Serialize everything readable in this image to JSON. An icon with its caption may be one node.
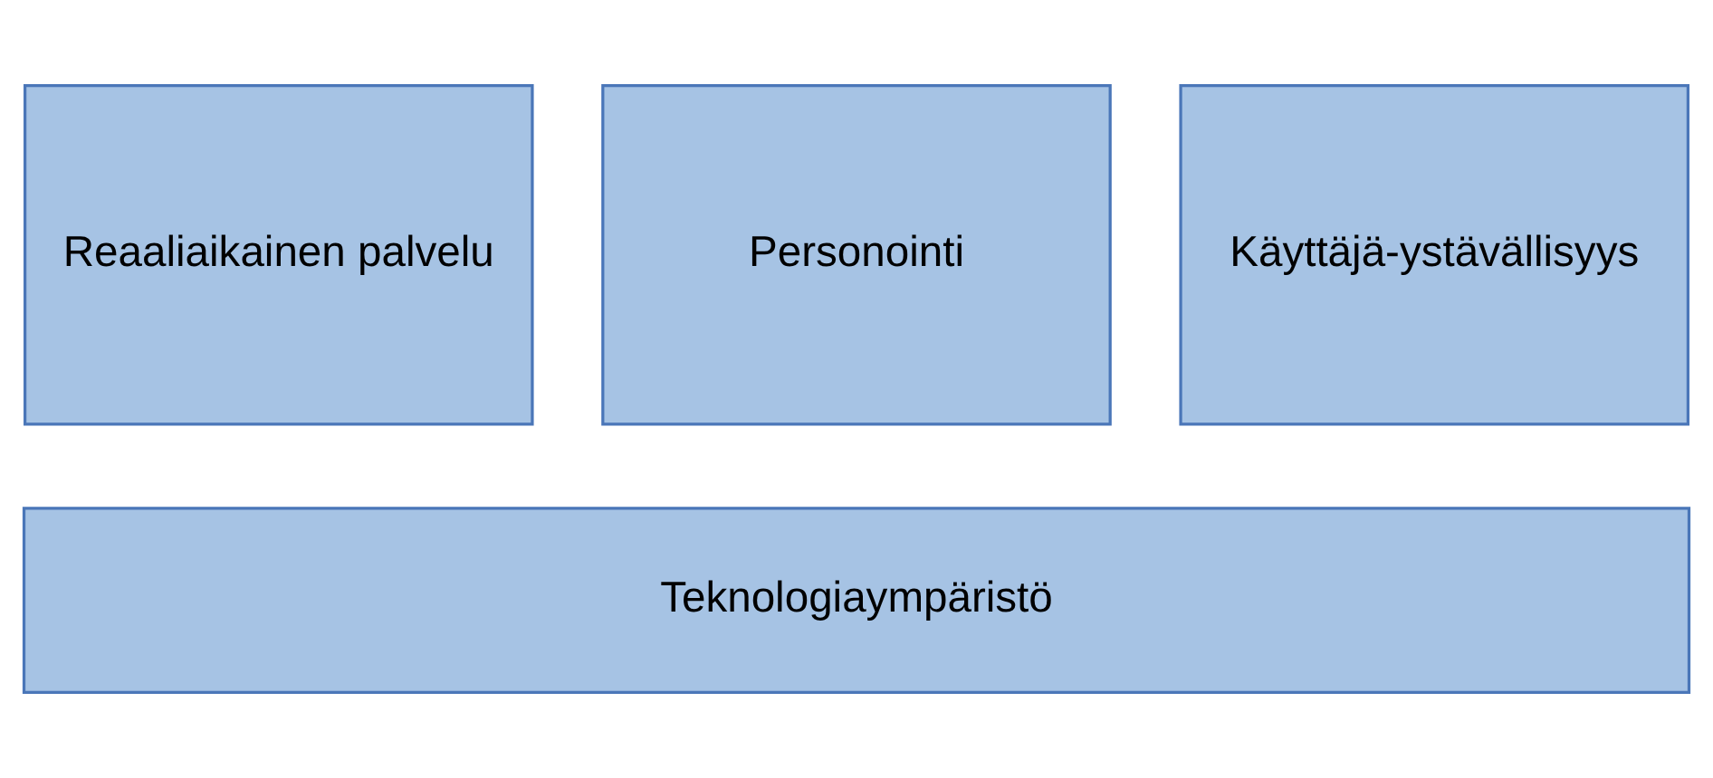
{
  "diagram": {
    "nodes": [
      {
        "text": [
          "Reaaliaikainen palvelu"
        ]
      },
      {
        "text": [
          "Personointi"
        ]
      },
      {
        "text": [
          "Käyttäjä-ystävällisyys"
        ]
      },
      {
        "text": [
          "Teknologiaympäristö"
        ]
      }
    ]
  }
}
